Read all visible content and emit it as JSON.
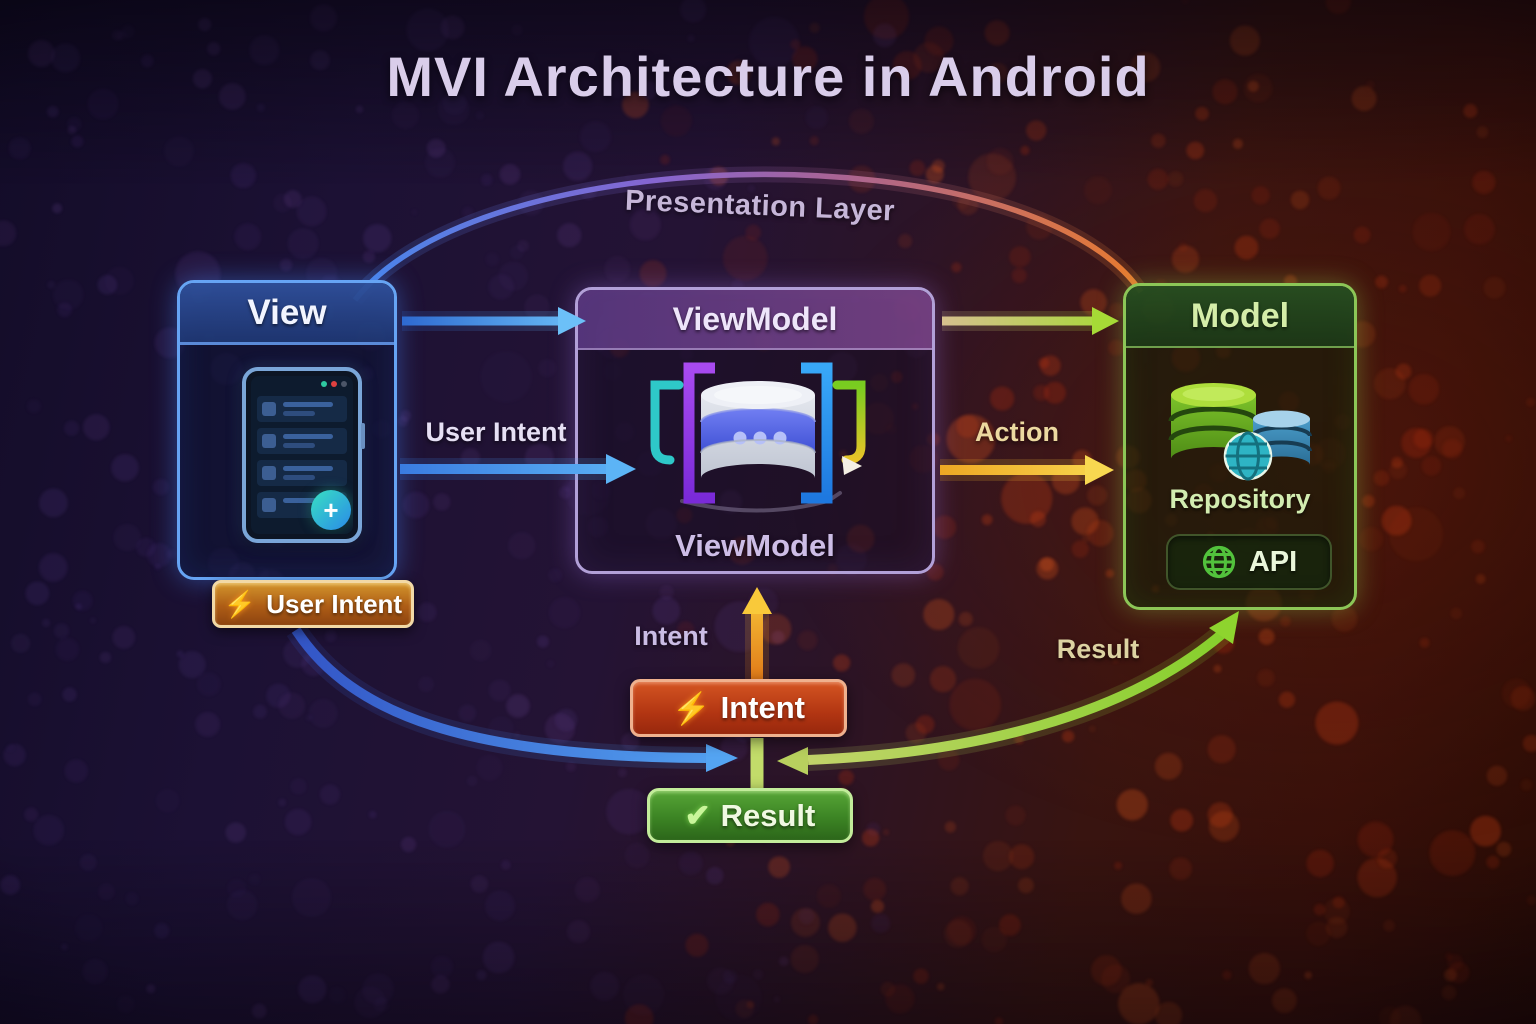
{
  "title": "MVI Architecture in Android",
  "presentation_layer_label": "Presentation Layer",
  "nodes": {
    "view": {
      "title": "View"
    },
    "viewmodel": {
      "title": "ViewModel",
      "caption": "ViewModel"
    },
    "model": {
      "title": "Model",
      "repository_label": "Repository",
      "api_label": "API"
    }
  },
  "edge_labels": {
    "user_intent": "User Intent",
    "action": "Action",
    "intent": "Intent",
    "result": "Result"
  },
  "badges": {
    "user_intent": {
      "icon": "⚡",
      "label": "User Intent"
    },
    "intent": {
      "icon": "⚡",
      "label": "Intent"
    },
    "result": {
      "icon": "✔",
      "label": "Result"
    }
  },
  "colors": {
    "view_accent": "#66a4f4",
    "viewmodel_accent": "#b2a0d8",
    "model_accent": "#8cc657",
    "user_intent_badge": "#b06018",
    "intent_badge": "#b23512",
    "result_badge": "#3c8424",
    "arc_blue": "#4a8cf2",
    "arc_orange": "#f08030"
  }
}
